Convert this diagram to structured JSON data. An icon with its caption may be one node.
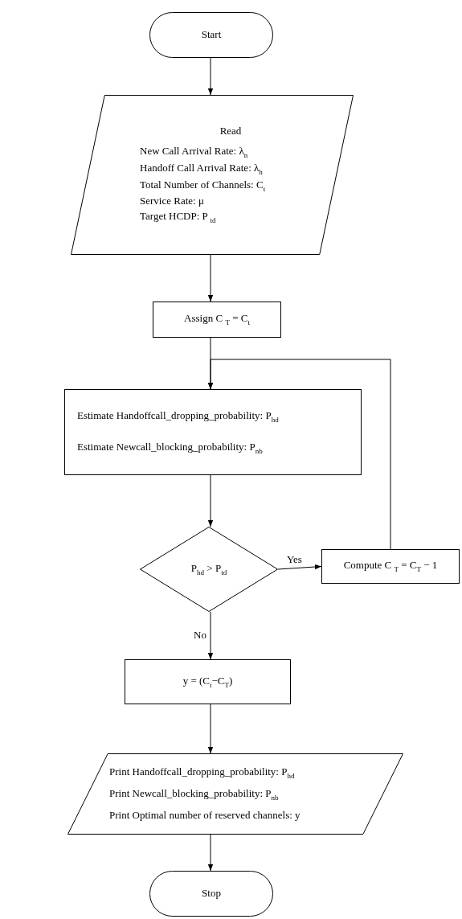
{
  "diagram": {
    "nodes": [
      {
        "text": [
          "Start"
        ]
      },
      {
        "text": [
          "Read",
          "New Call Arrival Rate: λ$_{n}$",
          "Handoff Call Arrival Rate: λ$_{h}$",
          "Total Number of Channels: C$_{t}$",
          "Service Rate: μ",
          "Target HCDP: P $_{td}$"
        ]
      },
      {
        "text": [
          "Assign C $_{T}$ = C$_{t}$"
        ]
      },
      {
        "text": [
          "Estimate Handoffcall_dropping_probability: P$_{hd}$",
          "Estimate Newcall_blocking_probability: P$_{nb}$"
        ]
      },
      {
        "text": [
          "P$_{hd}$ > P$_{td}$"
        ]
      },
      {
        "text": [
          "Compute C $_{T}$ = C$_{T}$ − 1"
        ]
      },
      {
        "text": [
          "y =  (C$_{t}$−C$_{T}$)"
        ]
      },
      {
        "text": [
          "Print Handoffcall_dropping_probability: P$_{hd}$",
          "Print Newcall_blocking_probability: P$_{nb}$",
          "Print Optimal number of reserved channels: y"
        ]
      },
      {
        "text": [
          "Stop"
        ]
      }
    ],
    "edges": [
      {
        "from": 0,
        "to": 1,
        "arrow": "to"
      },
      {
        "from": 1,
        "to": 2,
        "arrow": "to"
      },
      {
        "from": 2,
        "to": 3,
        "arrow": "to"
      },
      {
        "from": 3,
        "to": 4,
        "arrow": "to"
      },
      {
        "from": 4,
        "to": 5,
        "arrow": "to",
        "label": "Yes"
      },
      {
        "from": 5,
        "to": 3,
        "arrow": "to"
      },
      {
        "from": 4,
        "to": 6,
        "arrow": "to",
        "label": "No"
      },
      {
        "from": 6,
        "to": 7,
        "arrow": "to"
      },
      {
        "from": 7,
        "to": 8,
        "arrow": "to"
      }
    ]
  }
}
